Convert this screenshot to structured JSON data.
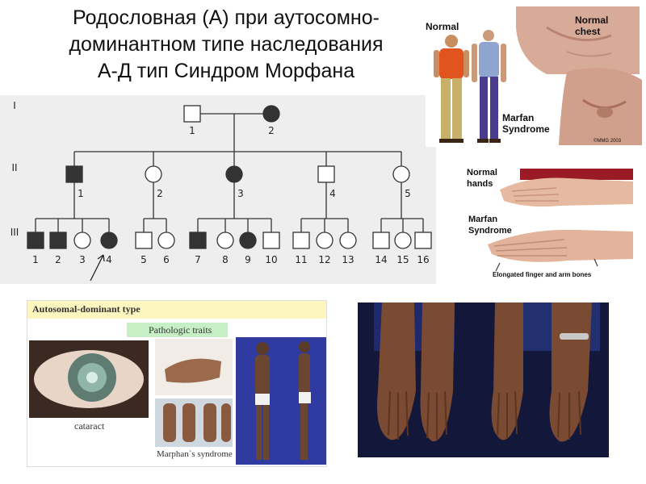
{
  "title": {
    "line1": "Родословная (А) при аутосомно-",
    "line2": "доминантном типе наследования",
    "line3": "А-Д тип Синдром Морфана"
  },
  "pedigree": {
    "generations": [
      "I",
      "II",
      "III"
    ],
    "gen1": [
      {
        "num": "1",
        "sex": "male",
        "affected": false
      },
      {
        "num": "2",
        "sex": "female",
        "affected": true
      }
    ],
    "gen2": [
      {
        "num": "1",
        "sex": "male",
        "affected": true
      },
      {
        "num": "2",
        "sex": "female",
        "affected": false
      },
      {
        "num": "3",
        "sex": "female",
        "affected": true
      },
      {
        "num": "4",
        "sex": "male",
        "affected": false
      },
      {
        "num": "5",
        "sex": "female",
        "affected": false
      }
    ],
    "gen3": [
      {
        "num": "1",
        "sex": "male",
        "affected": true
      },
      {
        "num": "2",
        "sex": "male",
        "affected": true
      },
      {
        "num": "3",
        "sex": "female",
        "affected": false
      },
      {
        "num": "4",
        "sex": "female",
        "affected": true
      },
      {
        "num": "5",
        "sex": "male",
        "affected": false
      },
      {
        "num": "6",
        "sex": "female",
        "affected": false
      },
      {
        "num": "7",
        "sex": "male",
        "affected": true
      },
      {
        "num": "8",
        "sex": "female",
        "affected": false
      },
      {
        "num": "9",
        "sex": "female",
        "affected": true
      },
      {
        "num": "10",
        "sex": "male",
        "affected": false
      },
      {
        "num": "11",
        "sex": "male",
        "affected": false
      },
      {
        "num": "12",
        "sex": "female",
        "affected": false
      },
      {
        "num": "13",
        "sex": "female",
        "affected": false
      },
      {
        "num": "14",
        "sex": "male",
        "affected": false
      },
      {
        "num": "15",
        "sex": "female",
        "affected": false
      },
      {
        "num": "16",
        "sex": "male",
        "affected": false
      }
    ],
    "colors": {
      "affected": "#333333",
      "line": "#333333",
      "background": "#eeeeee"
    }
  },
  "body_panel": {
    "normal_label": "Normal",
    "normal_chest_label": "Normal chest",
    "marfan_label": "Marfan Syndrome",
    "copyright": "©MMG 2003"
  },
  "hands_panel": {
    "normal_label": "Normal hands",
    "marfan_label": "Marfan Syndrome",
    "caption": "Elongated finger and arm bones"
  },
  "ad_panel": {
    "header": "Autosomal-dominant type",
    "traits": "Pathologic traits",
    "cataract": "cataract",
    "marphan": "Marphan`s syndrome",
    "colors": {
      "header_bg": "#fdf6bf",
      "traits_bg": "#c6efc6"
    }
  }
}
